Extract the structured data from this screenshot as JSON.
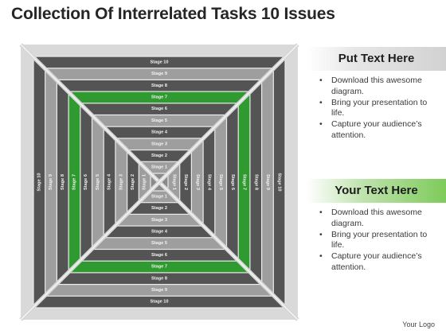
{
  "title": "Collection Of Interrelated Tasks 10 Issues",
  "diagram": {
    "stage_prefix": "Stage",
    "stages": [
      1,
      2,
      3,
      4,
      5,
      6,
      7,
      8,
      9,
      10
    ],
    "highlight_stage": 7,
    "colors": {
      "dark": "#545454",
      "light": "#9e9e9e",
      "highlight": "#2f9a2f",
      "frame": "#d9d9d9"
    }
  },
  "panels": [
    {
      "header": "Put Text Here",
      "bullets": [
        "Download this awesome diagram.",
        "Bring your presentation to life.",
        "Capture your audience’s attention."
      ]
    },
    {
      "header": "Your Text Here",
      "bullets": [
        "Download this awesome diagram.",
        "Bring your presentation to life.",
        "Capture your audience’s attention."
      ]
    }
  ],
  "footer": "Your Logo"
}
